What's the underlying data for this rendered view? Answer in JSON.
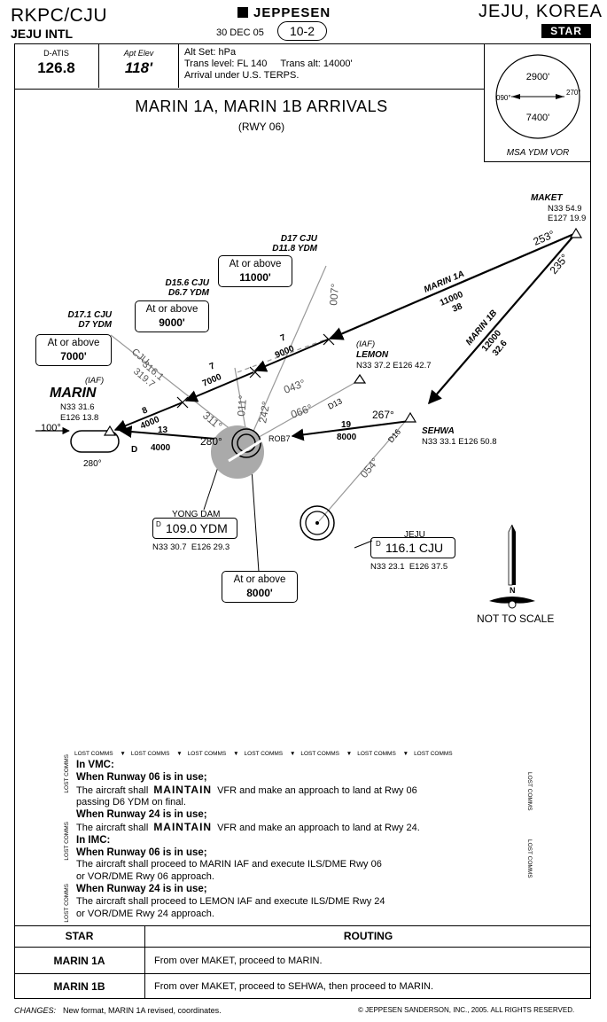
{
  "header": {
    "ident": "RKPC/CJU",
    "airport": "JEJU INTL",
    "brand": "JEPPESEN",
    "date": "30 DEC 05",
    "page": "10-2",
    "location": "JEJU, KOREA",
    "chart_type": "STAR"
  },
  "info": {
    "atis_label": "D-ATIS",
    "atis_freq": "126.8",
    "elev_label": "Apt Elev",
    "elev_value": "118'",
    "alt_line1": "Alt Set: hPa",
    "alt_line2": "Trans level: FL 140     Trans alt: 14000'",
    "alt_line3": "Arrival under U.S. TERPS."
  },
  "msa": {
    "label": "MSA YDM VOR",
    "north_alt": "2900'",
    "south_alt": "7400'",
    "left_brg": "090°",
    "right_brg": "270°"
  },
  "title": "MARIN 1A, MARIN 1B ARRIVALS",
  "subtitle": "(RWY 06)",
  "fixes": {
    "maket": {
      "name": "MAKET",
      "lat": "N33 54.9",
      "lon": "E127 19.9"
    },
    "lemon": {
      "iaf": "(IAF)",
      "name": "LEMON",
      "coord": "N33 37.2  E126 42.7"
    },
    "sehwa": {
      "name": "SEHWA",
      "coord": "N33 33.1  E126 50.8"
    },
    "marin": {
      "iaf": "(IAF)",
      "name": "MARIN",
      "lat": "N33 31.6",
      "lon": "E126 13.8"
    },
    "rob7": "ROB7"
  },
  "navaids": {
    "yongdam": {
      "name": "YONG DAM",
      "dme": "D",
      "freq": "109.0 YDM",
      "coord": "N33 30.7  E126 29.3"
    },
    "jeju": {
      "name": "JEJU",
      "dme": "D",
      "freq": "116.1 CJU",
      "coord": "N33 23.1  E126 37.5"
    }
  },
  "altitude_boxes": {
    "d17": {
      "fix1": "D17 CJU",
      "fix2": "D11.8 YDM",
      "line1": "At or above",
      "line2": "11000'"
    },
    "d156": {
      "fix1": "D15.6 CJU",
      "fix2": "D6.7 YDM",
      "line1": "At or above",
      "line2": "9000'"
    },
    "d171": {
      "fix1": "D17.1 CJU",
      "fix2": "D7 YDM",
      "line1": "At or above",
      "line2": "7000'"
    },
    "final": {
      "line1": "At or above",
      "line2": "8000'"
    }
  },
  "route_labels": {
    "marin1a": "MARIN 1A",
    "m1a_alt": "11000",
    "m1a_dist": "38",
    "marin1b": "MARIN 1B",
    "m1b_alt": "12000",
    "m1b_dist": "32.6",
    "brg253": "253°",
    "brg235": "235°",
    "brg267": "267°",
    "d19": "19",
    "a8000": "8000",
    "d13": "D13",
    "brg066": "066°",
    "brg043": "043°",
    "brg242": "242°",
    "brg011": "011°",
    "brg007": "007°",
    "brg054": "054°",
    "d16": "D16",
    "brg280": "280°",
    "brg311": "311°",
    "cju": "CJU",
    "r3161": "316.1",
    "r3197": "319.7",
    "seg_7": "7",
    "seg_9000": "9000",
    "seg_7b": "7",
    "seg_7000": "7000",
    "seg_8": "8",
    "seg_4000a": "4000",
    "seg_13": "13",
    "seg_d": "D",
    "seg_4000b": "4000",
    "hold_in": "100°",
    "hold_out": "280°"
  },
  "compass": {
    "north": "N"
  },
  "not_to_scale": "NOT TO SCALE",
  "lost_comms": {
    "tag": "LOST COMMS",
    "vmc": "In VMC:",
    "rwy06": "When Runway 06 is in use;",
    "p1a": "The aircraft shall",
    "maintain": "MAINTAIN",
    "p1b": "VFR and make an approach to land at Rwy 06",
    "p1c": "passing D6 YDM on final.",
    "rwy24": "When Runway 24 is in use;",
    "p2a": "The aircraft shall",
    "p2b": "VFR and make an approach to land at Rwy 24.",
    "imc": "In IMC:",
    "rwy06b": "When Runway 06 is in use;",
    "p3a": "The aircraft shall proceed to MARIN IAF and execute ILS/DME Rwy 06",
    "p3b": "or VOR/DME Rwy 06 approach.",
    "rwy24b": "When Runway 24 is in use;",
    "p4a": "The aircraft shall proceed to LEMON IAF and execute ILS/DME Rwy 24",
    "p4b": "or VOR/DME Rwy 24 approach."
  },
  "routing": {
    "col1": "STAR",
    "col2": "ROUTING",
    "rows": [
      {
        "star": "MARIN 1A",
        "routing": "From over MAKET, proceed to MARIN."
      },
      {
        "star": "MARIN 1B",
        "routing": "From over MAKET, proceed to SEHWA, then proceed to MARIN."
      }
    ]
  },
  "footer": {
    "changes_label": "CHANGES:",
    "changes_text": "New format, MARIN 1A revised, coordinates.",
    "copyright": "© JEPPESEN SANDERSON, INC., 2005. ALL RIGHTS RESERVED."
  }
}
